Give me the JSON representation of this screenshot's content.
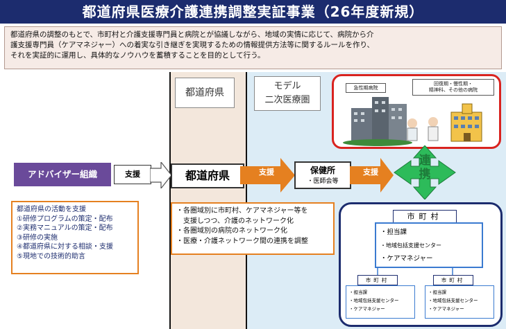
{
  "title": "都道府県医療介護連携調整実証事業（26年度新規）",
  "intro": {
    "line1": "都道府県の調整のもとで、市町村と介護支援専門員と病院とが協議しながら、地域の実情に応じて、病院から介",
    "line2": "護支援専門員（ケアマネジャー）への着実な引き継ぎを実現するための情報提供方法等に関するルールを作り、",
    "line3": "それを実証的に運用し、具体的なノウハウを蓄積することを目的として行う。"
  },
  "columns": {
    "prefecture_header": "都道府県",
    "model_header_line1": "モデル",
    "model_header_line2": "二次医療圏"
  },
  "hospitals": {
    "acute_label": "急性期病院",
    "recovery_label_line1": "回復期・慢性期・",
    "recovery_label_line2": "精神科、その他の病院"
  },
  "flow": {
    "advisor": "アドバイザー組織",
    "support_1": "支援",
    "prefecture": "都道府県",
    "support_2": "支援",
    "health_center": "保健所",
    "health_center_sub": "・医師会等",
    "support_3": "支援",
    "renkei_line1": "連",
    "renkei_line2": "携"
  },
  "activities": {
    "heading": "都道府県の活動を支援",
    "items": [
      "①研修プログラムの策定・配布",
      "②実務マニュアルの策定・配布",
      "③研修の実施",
      "④都道府県に対する相談・支援",
      "⑤現地での技術的助言"
    ]
  },
  "prefecture_actions": [
    "・各圏域別に市町村、ケアマネジャー等を",
    "　支援しつつ、介護のネットワーク化",
    "・各圏域別の病院のネットワーク化",
    "・医療・介護ネットワーク間の連携を調整"
  ],
  "municipality": {
    "title": "市町村",
    "items": [
      "・担当課",
      "・地域包括支援センター",
      "・ケアマネジャー"
    ],
    "small": [
      {
        "title": "市町村",
        "items": [
          "・担当課",
          "・地域包括支援センター",
          "・ケアマネジャー"
        ]
      },
      {
        "title": "市町村",
        "items": [
          "・担当課",
          "・地域包括支援センター",
          "・ケアマネジャー"
        ]
      }
    ]
  },
  "colors": {
    "title_bg": "#1c2c6e",
    "advisor_bg": "#6a4a9a",
    "arrow_orange": "#e58020",
    "hospital_border": "#d9231f",
    "renkei_green": "#1e7b3a",
    "municipality_border": "#1c2c6e"
  }
}
